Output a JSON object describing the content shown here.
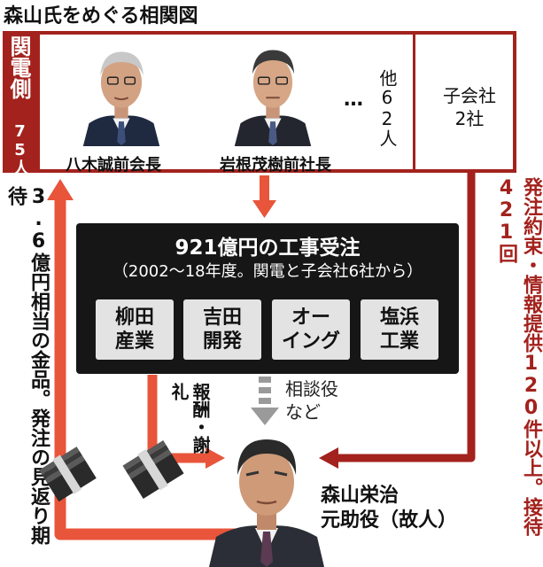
{
  "title": "森山氏をめぐる相関図",
  "kanden": {
    "label": "関電側",
    "count": "75人",
    "persons": [
      {
        "name": "八木誠前会長"
      },
      {
        "name": "岩根茂樹前社長"
      }
    ],
    "others_dots": "…",
    "others_text": "他62人",
    "subsidiary_line1": "子会社",
    "subsidiary_line2": "2社"
  },
  "orders": {
    "title": "921億円の工事受注",
    "subtitle": "（2002～18年度。関電と子会社6社から）",
    "companies": [
      {
        "line1": "柳田",
        "line2": "産業"
      },
      {
        "line1": "吉田",
        "line2": "開発"
      },
      {
        "line1": "オー",
        "line2": "イング"
      },
      {
        "line1": "塩浜",
        "line2": "工業"
      }
    ]
  },
  "flows": {
    "gold_gift": "3.6億円相当の金品。発注の見返り期待",
    "reward": "報酬・謝礼",
    "consultant": "相談役など",
    "promise": "発注約束・情報提供120件以上。接待421回"
  },
  "moriyama": {
    "name_line1": "森山栄治",
    "name_line2": "元助役（故人）"
  },
  "colors": {
    "kanden_red": "#a3221d",
    "arrow_orange": "#e8553a",
    "arrow_gray": "#9a9a9a",
    "box_dark": "#161616",
    "company_bg": "#e3e3e3"
  },
  "icons": [
    "money-bundle-icon",
    "money-bundle-icon"
  ]
}
